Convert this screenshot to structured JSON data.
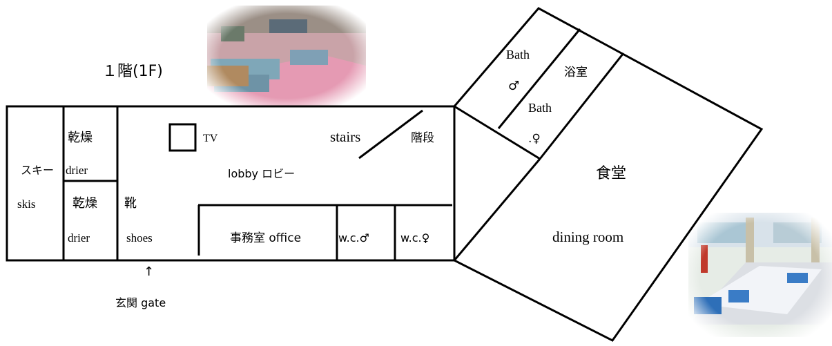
{
  "floor_title": "１階(1F)",
  "rooms": {
    "ski_jp": "スキー",
    "ski_en": "skis",
    "drier1_jp": "乾燥",
    "drier1_en": "drier",
    "drier2_jp": "乾燥",
    "drier2_en": "drier",
    "shoes_jp": "靴",
    "shoes_en": "shoes",
    "tv": "TV",
    "stairs_en": "stairs",
    "stairs_jp": "階段",
    "lobby": "lobby ロビー",
    "office": "事務室 office",
    "wc_male": "w.c.♂",
    "wc_female": "w.c.♀",
    "bath_male_en": "Bath",
    "bath_male_symbol": "♂",
    "bath_jp": "浴室",
    "bath_female_en": "Bath",
    "bath_female_symbol": ".♀",
    "dining_jp": "食堂",
    "dining_en": "dining room"
  },
  "entrance": {
    "arrow": "↑",
    "label": "玄関 gate"
  },
  "photos": {
    "lobby_photo": "lobby-photo",
    "dining_photo": "dining-photo"
  }
}
